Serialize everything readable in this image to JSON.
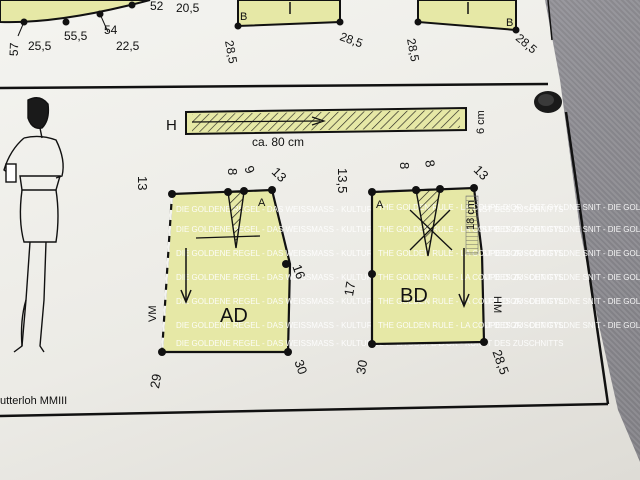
{
  "top_row": {
    "measure_a": "57",
    "measure_b": "25,5",
    "measure_c": "55,5",
    "measure_d": "54",
    "measure_e": "22,5",
    "measure_f": "52",
    "measure_g": "20,5",
    "piece_mid_point": "B",
    "piece_mid_left": "28,5",
    "piece_mid_right": "28,5",
    "piece_right_point": "B",
    "piece_right_left": "28,5",
    "piece_right_right": "28,5"
  },
  "waistband": {
    "letter": "H",
    "length": "ca. 80 cm",
    "width": "6 cm"
  },
  "piece_ad": {
    "name": "AD",
    "point": "A",
    "m_left": "13",
    "m_dart1": "8",
    "m_dart2": "9",
    "m_right": "13",
    "m_side": "16",
    "m_bottom_left": "29",
    "m_bottom_right": "30",
    "edge_label": "VM",
    "texture_text": "DIE GOLDENE REGEL - DAS WEISSMASS - KULTURGUT - LA COUPE D'OR - KUNST DES ZUSCHNITTS"
  },
  "piece_bd": {
    "name": "BD",
    "point": "A",
    "m_left": "13,5",
    "m_dart1": "8",
    "m_dart2": "8",
    "m_right": "13",
    "m_side": "17",
    "m_vertical": "18 cm",
    "m_bottom_left": "30",
    "m_bottom_right": "28,5",
    "edge_label": "HM",
    "texture_text": "THE GOLDEN RULE - LA COUPE D'OR - DET GYLDNE SNIT - DIE GOLDENE REGEL"
  },
  "footer": {
    "brand": "utterloh MMIII"
  },
  "colors": {
    "piece_fill": "#e6e8a6",
    "line": "#111111",
    "paper": "#efeee9",
    "background": "#9b9aa0"
  }
}
